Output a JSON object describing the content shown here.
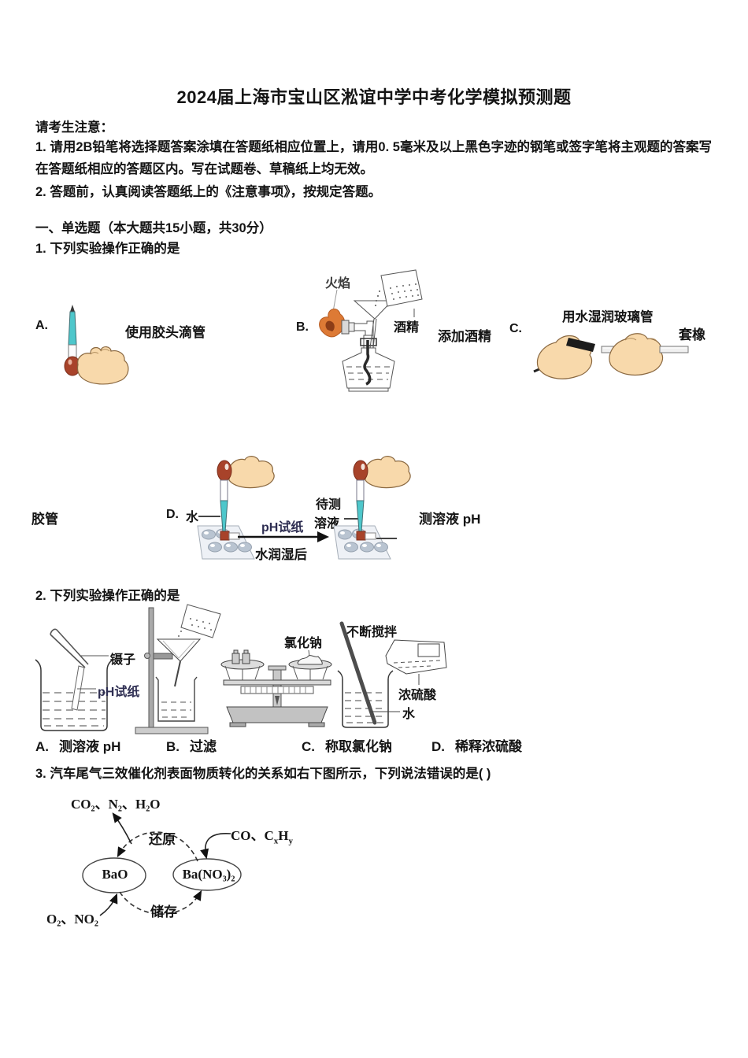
{
  "doc": {
    "title": "2024届上海市宝山区淞谊中学中考化学模拟预测题",
    "notice_heading": "请考生注意：",
    "notice_1": "1. 请用2B铅笔将选择题答案涂填在答题纸相应位置上，请用0. 5毫米及以上黑色字迹的钢笔或签字笔将主观题的答案写在答题纸相应的答题区内。写在试题卷、草稿纸上均无效。",
    "notice_2": "2. 答题前，认真阅读答题纸上的《注意事项》，按规定答题。",
    "section_heading": "一、单选题（本大题共15小题，共30分）"
  },
  "q1": {
    "stem": "1. 下列实验操作正确的是",
    "letter_a": "A.",
    "caption_a": "使用胶头滴管",
    "letter_b": "B.",
    "caption_b": "添加酒精",
    "label_flame": "火焰",
    "label_alcohol": "酒精",
    "letter_c": "C.",
    "label_wet_tube": "用水湿润玻璃管",
    "caption_c_line1": "套橡",
    "caption_c_line2": "胶管",
    "letter_d": "D.",
    "label_water": "水",
    "label_ph_paper": "pH试纸",
    "label_after_wet": "水润湿后",
    "label_test_line1": "待测",
    "label_test_line2": "溶液",
    "caption_d": "测溶液 pH"
  },
  "q2": {
    "stem": "2. 下列实验操作正确的是",
    "label_tweezers": "镊子",
    "label_ph_paper": "pH试纸",
    "label_nacl": "氯化钠",
    "label_stir": "不断搅拌",
    "label_acid": "浓硫酸",
    "label_water": "水",
    "letter_a": "A.",
    "caption_a": "测溶液 pH",
    "letter_b": "B.",
    "caption_b": "过滤",
    "letter_c": "C.",
    "caption_c": "称取氯化钠",
    "letter_d": "D.",
    "caption_d": "稀释浓硫酸"
  },
  "q3": {
    "stem": "3. 汽车尾气三效催化剂表面物质转化的关系如右下图所示，下列说法错误的是( )",
    "diagram": {
      "exhaust_out": "CO₂、N₂、H₂O",
      "reduce": "还原",
      "co_prefix": "CO、C",
      "co_sub_x": "x",
      "co_mid": "H",
      "co_sub_y": "y",
      "node_left": "BaO",
      "node_right": "Ba(NO₃)₂",
      "store": "储存",
      "intake": "O₂、NO₂"
    }
  }
}
